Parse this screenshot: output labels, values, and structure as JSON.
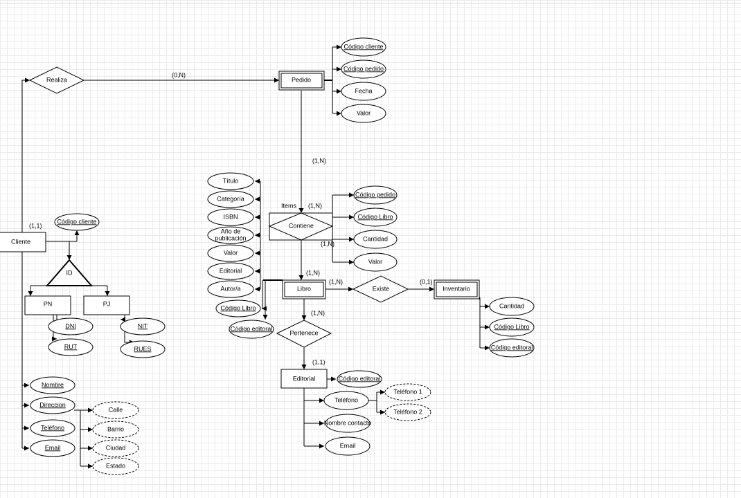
{
  "entities": {
    "cliente": "Cliente",
    "pedido": "Pedido",
    "libro": "Libro",
    "inventario": "Inventario",
    "editorial": "Editorial",
    "pn": "PN",
    "pj": "PJ"
  },
  "relationships": {
    "realiza": "Realiza",
    "contiene": "Contiene",
    "existe": "Existe",
    "pertenece": "Pertenece",
    "id": "ID"
  },
  "attributes": {
    "pedido": [
      "Código cliente",
      "Código pedido",
      "Fecha",
      "Valor"
    ],
    "contiene": [
      "Código pedido",
      "Código Libro",
      "Cantidad",
      "Valor"
    ],
    "libro": [
      "Título",
      "Categoría",
      "ISBN",
      "Año de",
      "publicación",
      "Valor",
      "Editorial",
      "Autor/a",
      "Código Libro",
      "Código editoral"
    ],
    "inventario": [
      "Cantidad",
      "Código Libro",
      "Código editoral"
    ],
    "cliente_key": "Código cliente",
    "pn": [
      "DNI",
      "RUT"
    ],
    "pj": [
      "NIT",
      "RUES"
    ],
    "cliente": [
      "Nombre",
      "Direccion",
      "Teléfono",
      "Email"
    ],
    "direccion": [
      "Calle",
      "Barrio",
      "Ciudad",
      "Estado"
    ],
    "editorial": [
      "Código editoral",
      "Teléfono",
      "Nombre contacto",
      "Email"
    ],
    "telefono": [
      "Teléfono 1",
      "Teléfono 2"
    ]
  },
  "labels": {
    "items": "Items",
    "card_realiza_pedido": "(0,N)",
    "card_cliente": "(1,1)",
    "card_pedido_contiene": "(1,N)",
    "card_items": "(1,N)",
    "card_contiene_side": "(1,N)",
    "card_contiene_libro": "(1,N)",
    "card_libro_existe": "(1,N)",
    "card_inventario": "(0,1)",
    "card_libro_pertenece": "(1,N)",
    "card_editorial": "(1,1)"
  }
}
